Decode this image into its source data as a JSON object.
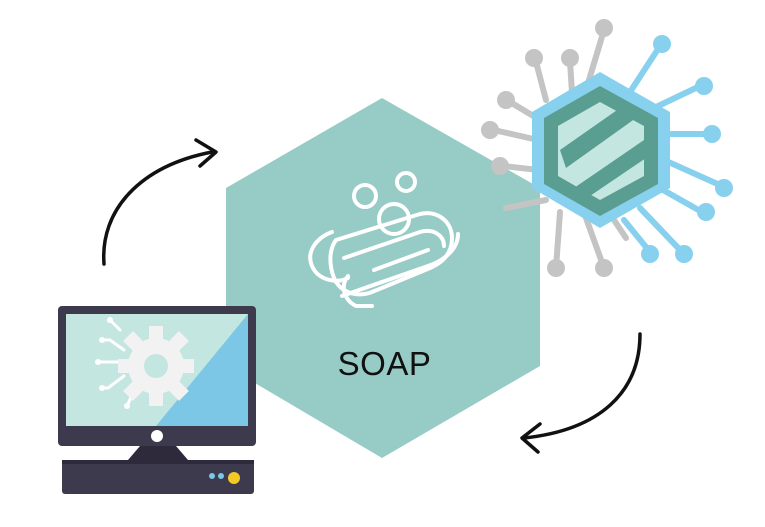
{
  "center": {
    "label": "SOAP",
    "icon": "soap-bar-icon"
  },
  "nodes": [
    {
      "name": "computer",
      "icon": "desktop-computer-icon"
    },
    {
      "name": "network-chip",
      "icon": "circuit-chip-icon"
    }
  ],
  "arrows": [
    {
      "name": "computer-to-soap",
      "direction": "curved-up-right"
    },
    {
      "name": "chip-to-soap",
      "direction": "curved-down-left"
    }
  ],
  "colors": {
    "hexagon": "#97CBC6",
    "chip_core": "#5A9E92",
    "chip_glow": "#87D0EE",
    "monitor_screen": "#C4E6E1",
    "monitor_accent": "#7CC6E6",
    "monitor_body": "#3E3A4D",
    "arrow": "#111111"
  }
}
